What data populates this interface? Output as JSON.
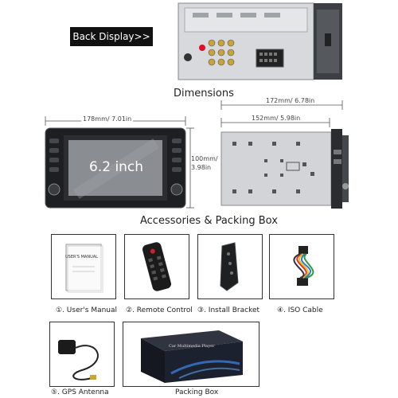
{
  "back_display": {
    "label": "Back Display>>"
  },
  "dimensions": {
    "title": "Dimensions",
    "front_width": "178mm/ 7.01in",
    "height": "100mm/\n3.98in",
    "side_total": "172mm/ 6.78in",
    "side_body": "152mm/ 5.98in",
    "screen_label": "6.2 inch"
  },
  "accessories": {
    "title": "Accessories & Packing Box",
    "items": [
      {
        "caption": "①. User's Manual",
        "name": "users-manual"
      },
      {
        "caption": "②. Remote Control",
        "name": "remote-control"
      },
      {
        "caption": "③. Install Bracket",
        "name": "install-bracket"
      },
      {
        "caption": "④. ISO Cable",
        "name": "iso-cable"
      },
      {
        "caption": "⑤. GPS Antenna",
        "name": "gps-antenna"
      },
      {
        "caption": "Packing Box",
        "name": "packing-box"
      }
    ],
    "manual_text": "USER'S MANUAL",
    "box_text": "Car Multimedia Player"
  }
}
